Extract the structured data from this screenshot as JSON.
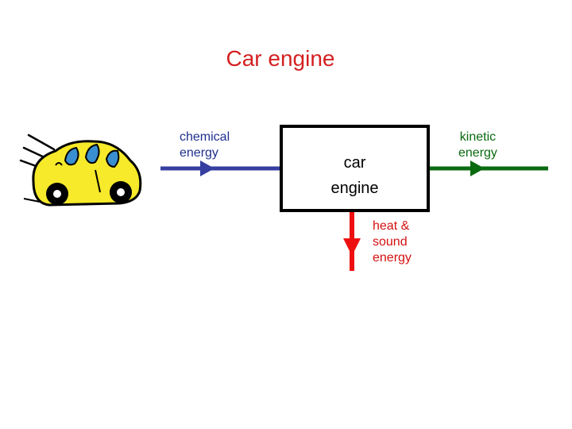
{
  "title": "Car engine",
  "labels": {
    "input": "chemical\nenergy",
    "engine": "car\nengine",
    "output": "kinetic\nenergy",
    "waste": "heat &\nsound\nenergy"
  },
  "colors": {
    "title": "#d42020",
    "input_arrow": "#363ea0",
    "output_arrow": "#0a6a10",
    "waste_arrow": "#ee1010",
    "car_body": "#f6ea2a",
    "car_window": "#3a8fd0"
  },
  "icons": [
    "car-icon"
  ]
}
